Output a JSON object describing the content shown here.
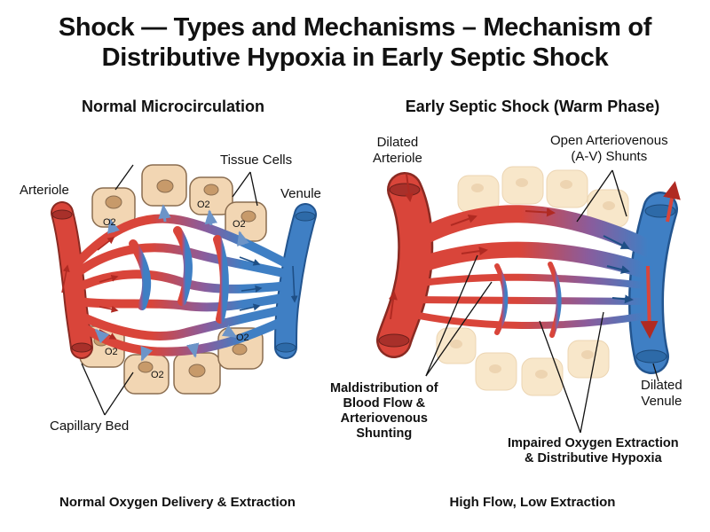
{
  "title": {
    "line1": "Shock — Types and Mechanisms – Mechanism of",
    "line2": "Distributive Hypoxia in Early Septic Shock"
  },
  "left_panel": {
    "title": "Normal Microcirculation",
    "caption": "Normal Oxygen Delivery & Extraction",
    "labels": {
      "arteriole": "Arteriole",
      "venule": "Venule",
      "tissue_cells": "Tissue Cells",
      "capillary_bed": "Capillary Bed",
      "o2": "O2"
    }
  },
  "right_panel": {
    "title": "Early Septic Shock (Warm Phase)",
    "caption": "High Flow, Low Extraction",
    "labels": {
      "dilated_arteriole_1": "Dilated",
      "dilated_arteriole_2": "Arteriole",
      "shunts_1": "Open Arteriovenous",
      "shunts_2": "(A-V) Shunts",
      "maldistribution_1": "Maldistribution of",
      "maldistribution_2": "Blood Flow &",
      "maldistribution_3": "Arteriovenous",
      "maldistribution_4": "Shunting",
      "impaired_1": "Impaired Oxygen Extraction",
      "impaired_2": "& Distributive Hypoxia",
      "dilated_venule_1": "Dilated",
      "dilated_venule_2": "Venule"
    }
  },
  "colors": {
    "arterial": "#d9453a",
    "venous": "#3f7fc4",
    "mixed": "#8a5c9c",
    "cell_fill": "#f2d6b3",
    "cell_stroke": "#8a6d50",
    "nucleus": "#c79a6a",
    "faded_cell": "#f6dfb9"
  }
}
